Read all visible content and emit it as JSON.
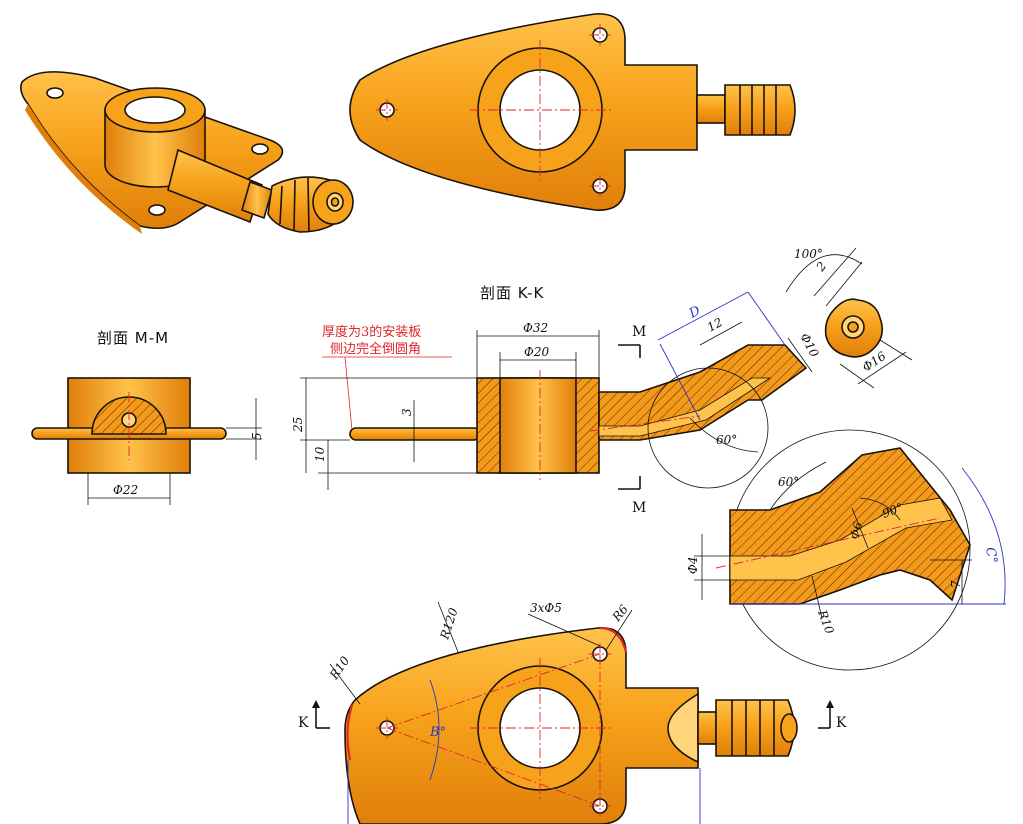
{
  "sections": {
    "kk": "剖面 K-K",
    "mm": "剖面 M-M"
  },
  "note": {
    "line1": "厚度为3的安装板",
    "line2": "侧边完全倒圆角"
  },
  "cutting_marks": {
    "m_top": "M",
    "m_bottom": "M",
    "k_left": "K",
    "k_right": "K"
  },
  "dims": {
    "d32": "Φ32",
    "d20": "Φ20",
    "h25": "25",
    "h10": "10",
    "t3": "3",
    "mm_5": "5",
    "mm_d22": "Φ22",
    "D": "D",
    "l12": "12",
    "d10": "Φ10",
    "a60a": "60°",
    "a100": "100°",
    "n2": "2",
    "d16": "Φ16",
    "a60b": "60°",
    "a90": "90°",
    "d6": "Φ6",
    "d4": "Φ4",
    "h7": "7",
    "r10a": "R10",
    "C": "C°",
    "r120": "R120",
    "holes": "3xΦ5",
    "r6": "R6",
    "r10b": "R10",
    "B": "B°"
  },
  "colors": {
    "body": "#f7a21b",
    "shade": "#e07f0a",
    "highlight": "#ffc24a",
    "outline": "#1a1209",
    "centerline": "#e0262a",
    "dimension_blue": "#2a33c8"
  }
}
